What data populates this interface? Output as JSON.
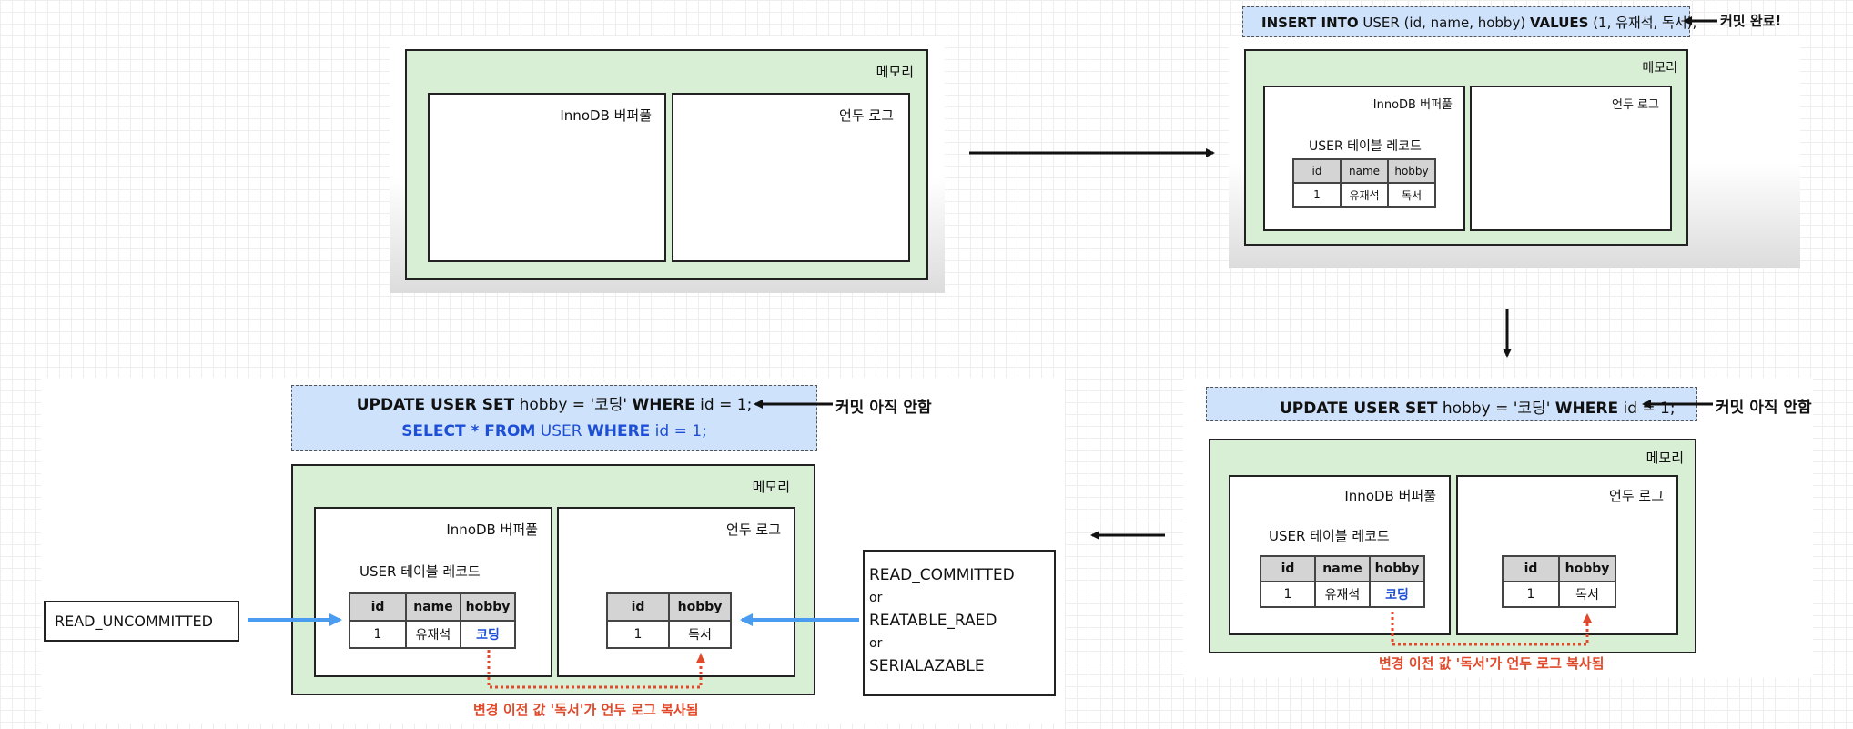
{
  "labels": {
    "memory": "메모리",
    "buffer_pool": "InnoDB 버퍼풀",
    "undo_log": "언두 로그",
    "table_caption": "USER 테이블 레코드",
    "copied_note": "변경 이전 값 '독서'가 언두 로그 복사됨"
  },
  "step2": {
    "sql_kw1": "INSERT INTO",
    "sql_rest1": " USER (id, name, hobby) ",
    "sql_kw2": "VALUES",
    "sql_rest2": " (1, 유재석, 독서);",
    "note": "커밋 완료!"
  },
  "step3": {
    "sql_kw1": "UPDATE USER SET",
    "sql_rest1": " hobby = '코딩' ",
    "sql_kw2": "WHERE",
    "sql_rest2": " id = 1;",
    "note": "커밋 아직 안함"
  },
  "step4": {
    "sql_kw1": "UPDATE USER SET",
    "sql_rest1": " hobby = '코딩' ",
    "sql_kw2": "WHERE",
    "sql_rest2": " id = 1;",
    "sel_kw1": "SELECT * FROM",
    "sel_rest1": " USER ",
    "sel_kw2": "WHERE",
    "sel_rest2": " id = 1;",
    "note": "커밋 아직 안함"
  },
  "table": {
    "headers": [
      "id",
      "name",
      "hobby"
    ],
    "row": [
      "1",
      "유재석",
      "독서"
    ],
    "row_updated": [
      "1",
      "유재석",
      "코딩"
    ]
  },
  "undo_table": {
    "headers": [
      "id",
      "hobby"
    ],
    "row": [
      "1",
      "독서"
    ]
  },
  "isolation": {
    "read_uncommitted": "READ_UNCOMMITTED",
    "read_committed": "READ_COMMITTED",
    "or1": "or",
    "repeatable_read": "REATABLE_RAED",
    "or2": "or",
    "serializable": "SERIALAZABLE"
  }
}
